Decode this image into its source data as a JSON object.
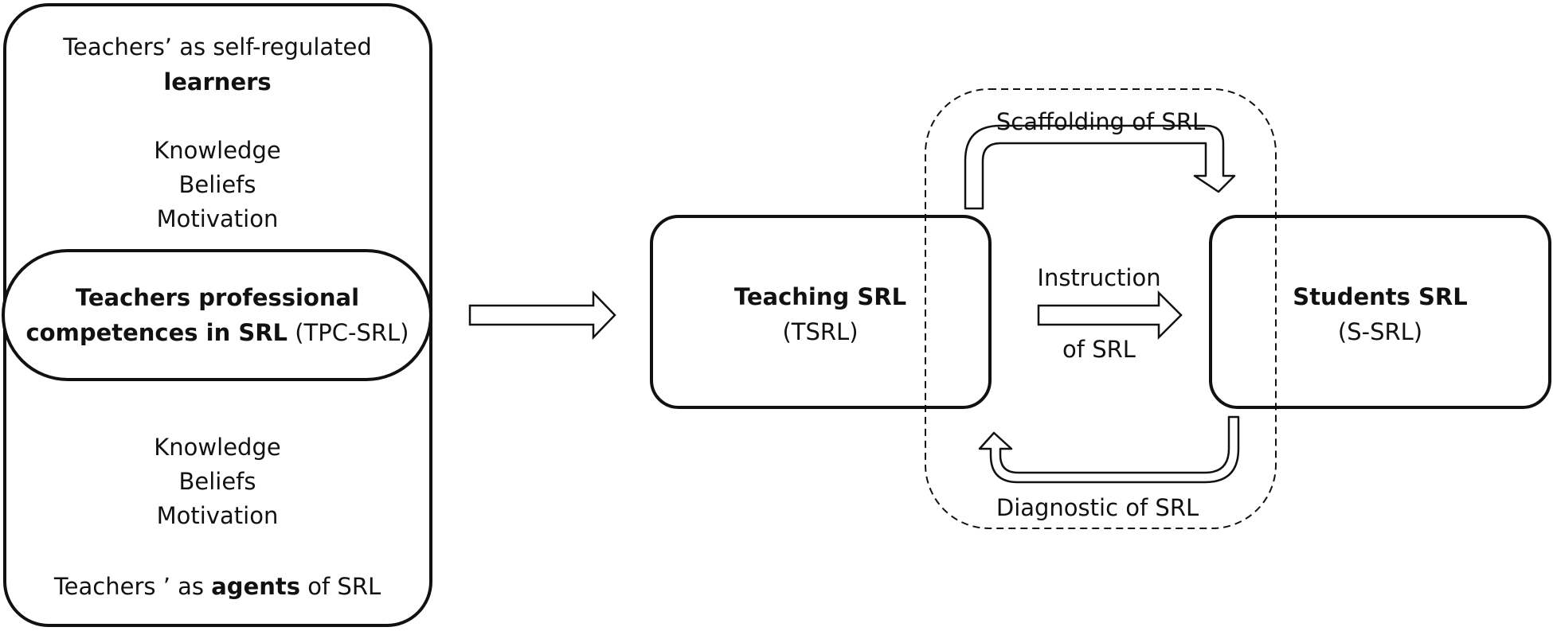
{
  "left_panel": {
    "learners_line1": "Teachers’ as self-regulated",
    "learners_bold": "learners",
    "top_factors": [
      "Knowledge",
      "Beliefs",
      "Motivation"
    ],
    "tpc_bold_line1": "Teachers professional",
    "tpc_bold_line2": "competences in SRL",
    "tpc_abbrev": "(TPC-SRL)",
    "bottom_factors": [
      "Knowledge",
      "Beliefs",
      "Motivation"
    ],
    "agents_prefix": "Teachers ’ as",
    "agents_bold": "agents",
    "agents_suffix": "of SRL"
  },
  "teaching_box": {
    "title": "Teaching SRL",
    "abbrev": "(TSRL)"
  },
  "students_box": {
    "title": "Students SRL",
    "abbrev": "(S-SRL)"
  },
  "processes": {
    "scaffolding": "Scaffolding of SRL",
    "instruction_line1": "Instruction",
    "instruction_line2": "of SRL",
    "diagnostic": "Diagnostic of SRL"
  }
}
